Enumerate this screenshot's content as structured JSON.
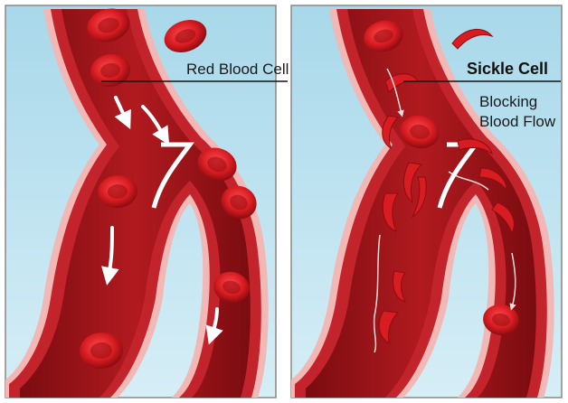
{
  "diagram": {
    "left_panel": {
      "label": "Red Blood Cell"
    },
    "right_panel": {
      "label": "Sickle Cell",
      "caption_line1": "Blocking",
      "caption_line2": "Blood Flow"
    }
  },
  "colors": {
    "background": "#bfe3ef",
    "vessel_wall": "#c3232a",
    "vessel_lumen": "#9c1418",
    "cell": "#d71d22",
    "cell_center": "#9e0d12",
    "flow_arrow": "#ffffff",
    "frame": "#8a8a8a"
  }
}
